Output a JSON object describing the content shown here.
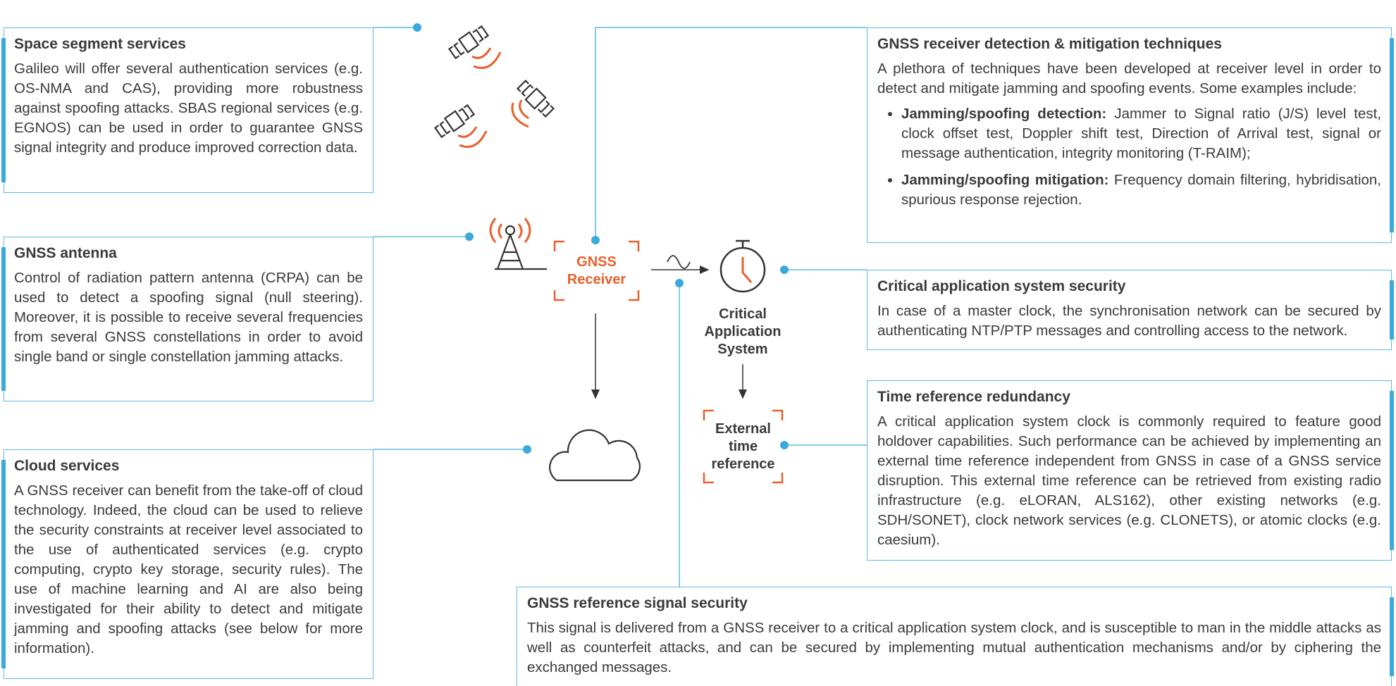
{
  "boxes": {
    "space_segment": {
      "title": "Space segment services",
      "body": "Galileo will offer several authentication services (e.g. OS-NMA and CAS), providing more robustness against spoofing attacks. SBAS regional services (e.g. EGNOS) can be used in order to guarantee GNSS signal integrity and produce improved correction data."
    },
    "gnss_antenna": {
      "title": "GNSS antenna",
      "body": "Control of radiation pattern antenna (CRPA) can be used to detect a spoofing signal (null steering). Moreover, it is possible to receive several frequencies from several GNSS constellations in order to avoid single band or single constellation jamming attacks."
    },
    "cloud_services": {
      "title": "Cloud services",
      "body": "A GNSS receiver can benefit from the take-off of cloud technology. Indeed, the cloud can be used to relieve the security constraints at receiver level associated to the use of authenticated services (e.g. crypto computing, crypto key storage, security rules). The use of machine learning and AI are also being investigated for their ability to detect and mitigate jamming and spoofing attacks (see below for more information)."
    },
    "receiver_detection": {
      "title": "GNSS receiver detection & mitigation techniques",
      "body": "A plethora of techniques have been developed at receiver level in order to detect and mitigate jamming and spoofing events. Some examples include:",
      "bullets": [
        {
          "lead": "Jamming/spoofing detection:",
          "text": " Jammer to Signal ratio (J/S) level test, clock offset test, Doppler shift test, Direction of Arrival test, signal or message authentication, integrity monitoring (T-RAIM);"
        },
        {
          "lead": "Jamming/spoofing mitigation:",
          "text": " Frequency domain filtering, hybridisation, spurious response rejection."
        }
      ]
    },
    "critical_security": {
      "title": "Critical application system security",
      "body": "In case of a master clock, the synchronisation network can be secured by authenticating NTP/PTP messages and controlling access to the network."
    },
    "time_redundancy": {
      "title": "Time reference redundancy",
      "body": "A critical application system clock is commonly required to feature good holdover capabilities. Such performance can be achieved by implementing an external time reference independent from GNSS in case of a GNSS service disruption. This external time reference can be retrieved from existing radio infrastructure (e.g. eLORAN, ALS162), other existing networks (e.g. SDH/SONET), clock network services (e.g. CLONETS), or atomic clocks (e.g. caesium)."
    },
    "reference_signal": {
      "title": "GNSS reference signal security",
      "body": "This signal is delivered from a GNSS receiver to a critical application system clock, and is susceptible to man in the middle attacks as well as counterfeit attacks, and can be secured by implementing mutual authentication mechanisms and/or by ciphering the exchanged messages."
    }
  },
  "labels": {
    "gnss_receiver": [
      "GNSS",
      "Receiver"
    ],
    "critical_system": [
      "Critical",
      "Application",
      "System"
    ],
    "external_time": [
      "External",
      "time",
      "reference"
    ]
  },
  "colors": {
    "accent_blue": "#3ca9dd",
    "border_blue": "#5eb9e2",
    "accent_orange": "#e8602c",
    "text": "#3a3a3a"
  },
  "icons": [
    "satellite-icon",
    "antenna-tower-icon",
    "clock-icon",
    "cloud-icon",
    "sine-wave-icon"
  ]
}
